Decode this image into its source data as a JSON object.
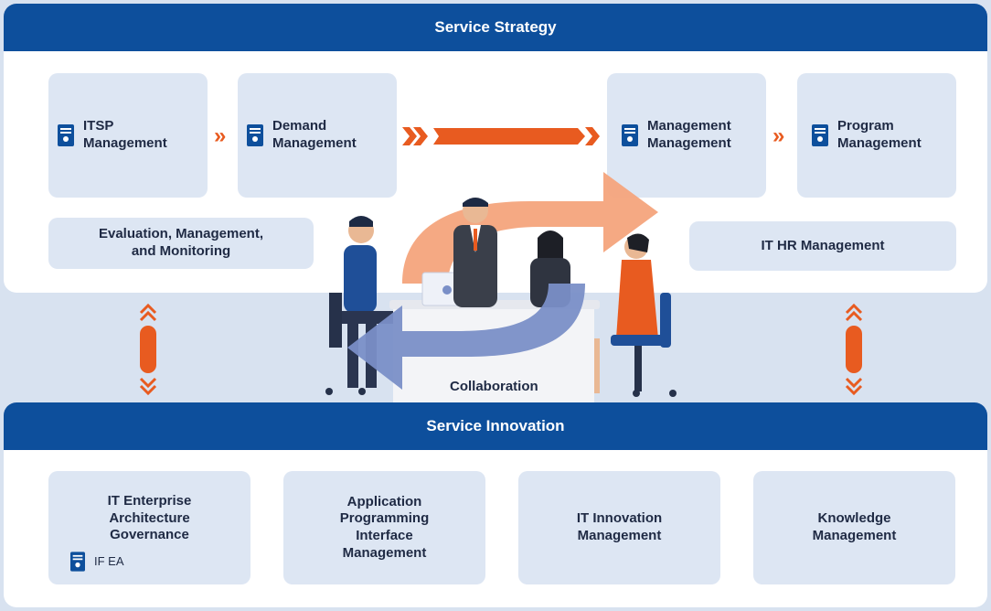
{
  "top": {
    "title": "Service Strategy",
    "cards": [
      {
        "label": "ITSP\nManagement"
      },
      {
        "label": "Demand\nManagement"
      },
      {
        "label": "Management\nManagement"
      },
      {
        "label": "Program\nManagement"
      }
    ],
    "evaluation": "Evaluation, Management,\nand Monitoring",
    "it_hr": "IT HR Management"
  },
  "center": {
    "collaboration": "Collaboration"
  },
  "bottom": {
    "title": "Service Innovation",
    "cards": [
      {
        "label": "IT Enterprise\nArchitecture\nGovernance",
        "sub": "IF EA"
      },
      {
        "label": "Application\nProgramming\nInterface\nManagement"
      },
      {
        "label": "IT Innovation\nManagement"
      },
      {
        "label": "Knowledge\nManagement"
      }
    ]
  },
  "colors": {
    "band": "#0d4f9c",
    "card": "#dde6f3",
    "accent": "#e85b20",
    "arrow_peach": "#f4a47c",
    "arrow_blue": "#7a8fc7"
  }
}
